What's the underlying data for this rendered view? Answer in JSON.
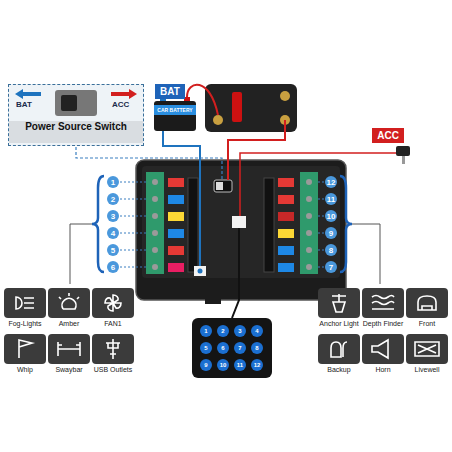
{
  "diagram": {
    "nodes": [
      {
        "text": [
          "BAT",
          "ACC",
          "Power Source Switch"
        ]
      },
      {
        "text": [
          "BAT"
        ]
      },
      {
        "text": [
          "CAR BATTERY"
        ]
      },
      {
        "text": [
          "ACC"
        ]
      },
      {
        "text": [
          "Fog-Lights"
        ]
      },
      {
        "text": [
          "Amber"
        ]
      },
      {
        "text": [
          "FAN1"
        ]
      },
      {
        "text": [
          "Whip"
        ]
      },
      {
        "text": [
          "Swaybar"
        ]
      },
      {
        "text": [
          "USB Outlets"
        ]
      },
      {
        "text": [
          "Anchor Light"
        ]
      },
      {
        "text": [
          "Depth Finder"
        ]
      },
      {
        "text": [
          "Front"
        ]
      },
      {
        "text": [
          "Backup"
        ]
      },
      {
        "text": [
          "Horn"
        ]
      },
      {
        "text": [
          "Livewell"
        ]
      }
    ],
    "labels": [
      "1",
      "2",
      "3",
      "4",
      "5",
      "6",
      "7",
      "8",
      "9",
      "10",
      "11",
      "12",
      "1",
      "2",
      "3",
      "4",
      "5",
      "6",
      "7",
      "8",
      "9",
      "10",
      "11",
      "12"
    ]
  }
}
